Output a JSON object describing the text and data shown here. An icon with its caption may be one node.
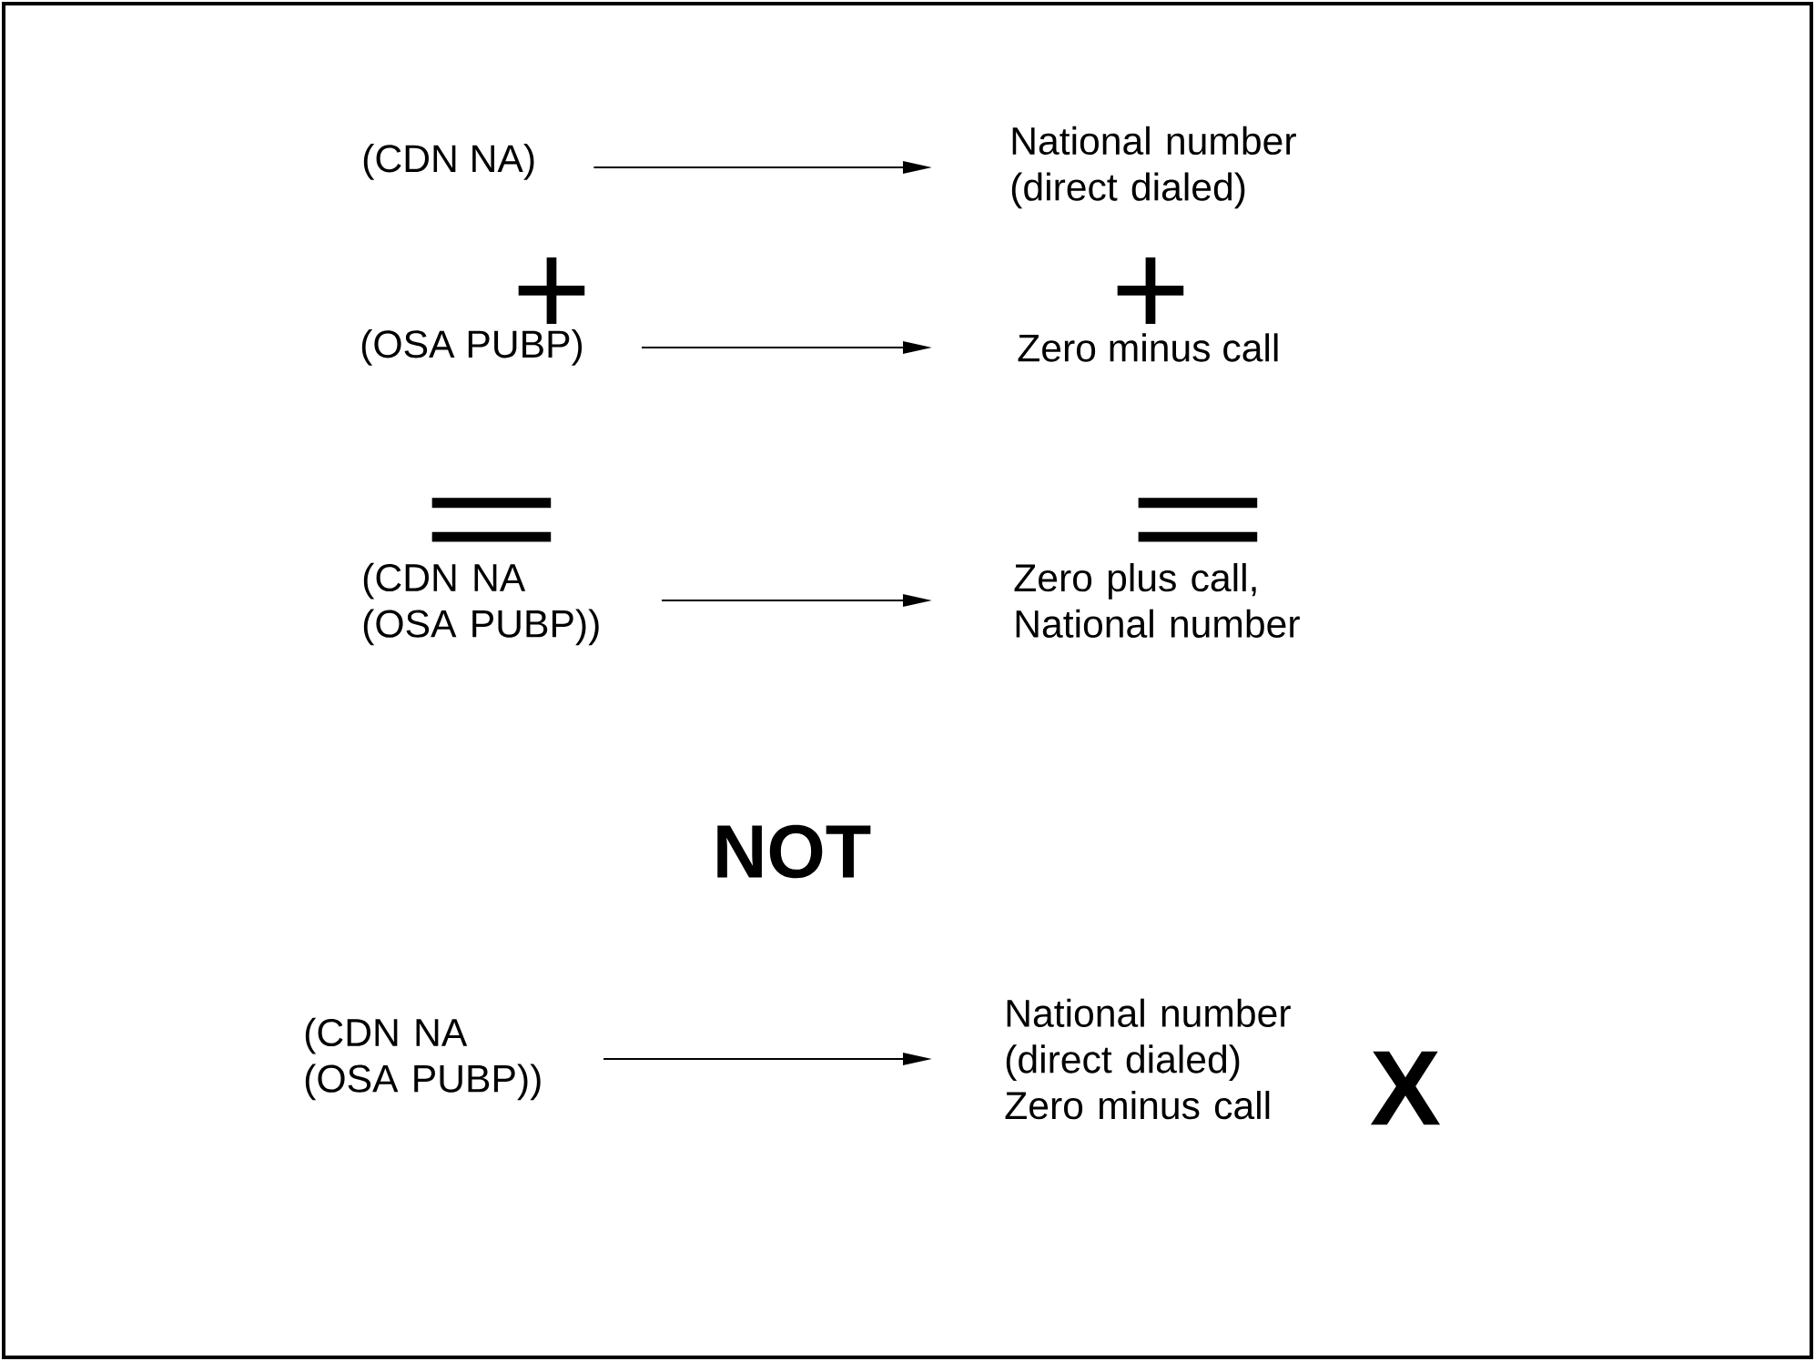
{
  "diagram": {
    "nodes": [
      {
        "text": [
          "(CDN NA)"
        ]
      },
      {
        "text": [
          "National number (direct dialed)"
        ]
      },
      {
        "text": [
          "(OSA PUBP)"
        ]
      },
      {
        "text": [
          "Zero minus call"
        ]
      },
      {
        "text": [
          "(CDN NA (OSA PUBP))"
        ]
      },
      {
        "text": [
          "Zero plus call, National number"
        ]
      },
      {
        "text": [
          "(CDN NA (OSA PUBP))"
        ]
      },
      {
        "text": [
          "National number (direct dialed) Zero minus call"
        ]
      }
    ],
    "edges": [
      {
        "from": 0,
        "to": 1,
        "arrow": "to"
      },
      {
        "from": 2,
        "to": 3,
        "arrow": "to"
      },
      {
        "from": 4,
        "to": 5,
        "arrow": "to"
      },
      {
        "from": 6,
        "to": 7,
        "arrow": "to"
      }
    ],
    "labels": [
      "+",
      "+",
      "=",
      "=",
      "NOT",
      "X"
    ]
  }
}
